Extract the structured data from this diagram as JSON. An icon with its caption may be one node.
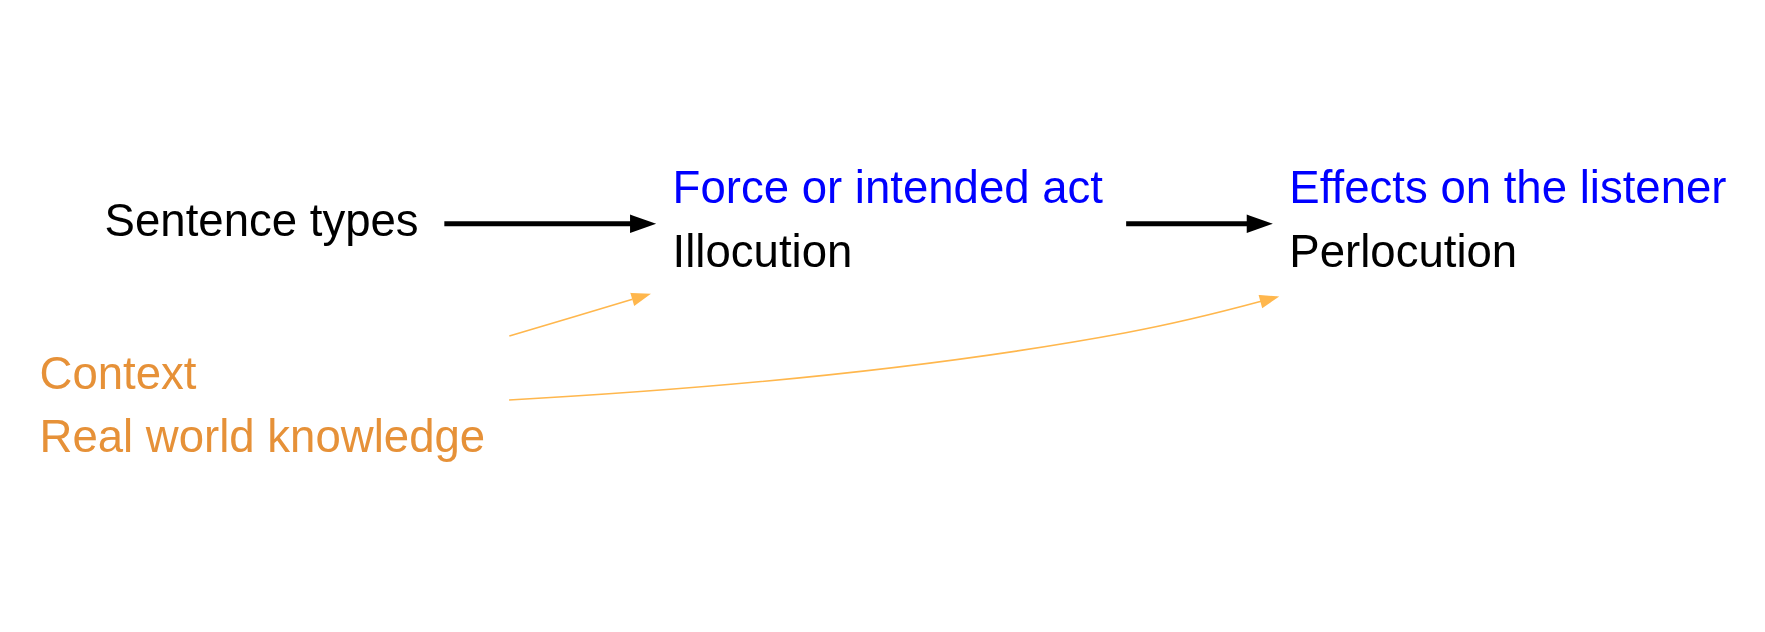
{
  "diagram": {
    "nodes": [
      {
        "text": [
          "Sentence types"
        ]
      },
      {
        "text": [
          "Illocution"
        ],
        "beside": [
          "Force or intended act"
        ]
      },
      {
        "text": [
          "Perlocution"
        ],
        "beside": [
          "Effects on the listener"
        ]
      },
      {
        "text": [
          "Context",
          "Real world knowledge"
        ]
      }
    ],
    "edges": [
      {
        "from": 0,
        "to": 1,
        "arrow": "to",
        "style": "thick"
      },
      {
        "from": 1,
        "to": 2,
        "arrow": "to",
        "style": "thick"
      },
      {
        "from": 3,
        "to": 1,
        "arrow": "to",
        "color": "#ffb74d"
      },
      {
        "from": 3,
        "to": 2,
        "arrow": "to",
        "color": "#ffb74d"
      }
    ]
  }
}
